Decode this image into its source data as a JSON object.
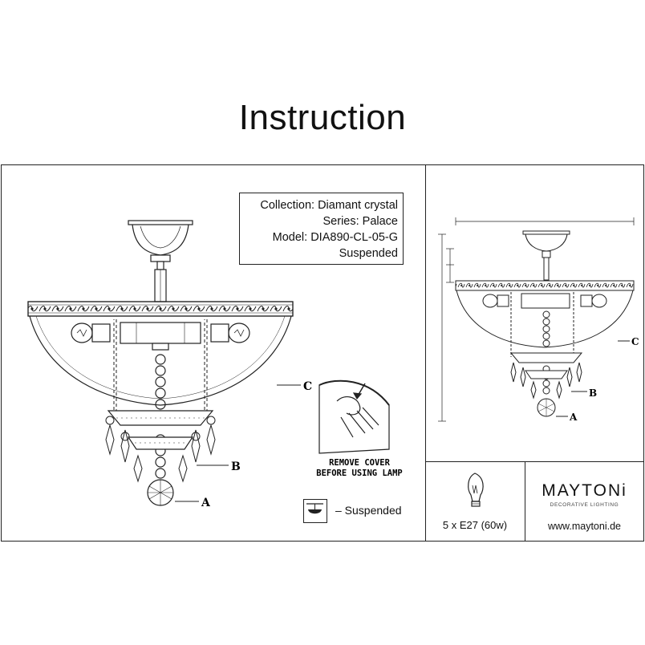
{
  "title": "Instruction",
  "info": {
    "collection": "Collection: Diamant crystal",
    "series": "Series: Palace",
    "model": "Model: DIA890-CL-05-G",
    "type": "Suspended"
  },
  "callouts": {
    "a": "A",
    "b": "B",
    "c": "C"
  },
  "notice": {
    "line1": "REMOVE COVER",
    "line2": "BEFORE USING LAMP"
  },
  "legend": {
    "suspended_label": "– Suspended"
  },
  "bulb": {
    "spec": "5 x E27 (60w)"
  },
  "brand": {
    "name": "MAYTONi",
    "tagline": "DECORATIVE LIGHTING",
    "website": "www.maytoni.de"
  }
}
